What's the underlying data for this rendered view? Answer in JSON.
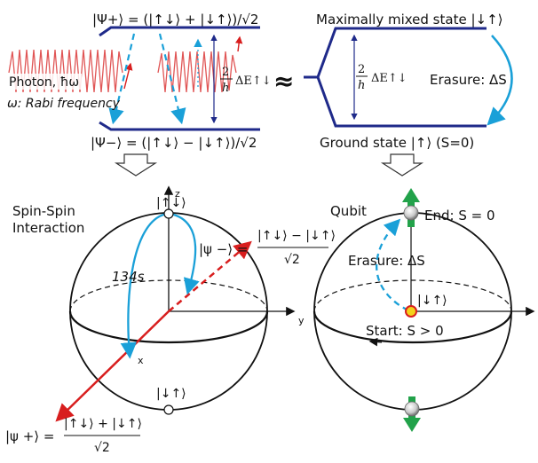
{
  "top_left": {
    "psi_plus_state": "|Ψ+⟩ = (|↑↓⟩ + |↓↑⟩)/√2",
    "psi_minus_state": "|Ψ−⟩ = (|↑↓⟩ − |↓↑⟩)/√2",
    "photon_label": "Photon, ħω",
    "rabi_label": "ω: Rabi frequency",
    "energy_num": "2",
    "energy_den": "h",
    "energy_delta": "ΔE↑↓"
  },
  "approx_symbol": "≈",
  "top_right": {
    "mixed_state": "Maximally mixed state |↓↑⟩",
    "ground_state": "Ground state |↑⟩ (S=0)",
    "energy_num": "2",
    "energy_den": "h",
    "energy_delta": "ΔE↑↓",
    "erasure_label": "Erasure: ΔS"
  },
  "left_sphere": {
    "title_line1": "Spin-Spin",
    "title_line2": "Interaction",
    "top_ket": "|↑↓⟩",
    "bottom_ket": "|↓↑⟩",
    "axis_z": "z",
    "axis_y": "y",
    "axis_x": "x",
    "time_label": "134s",
    "psi_minus_lhs": "|ψ −⟩ =",
    "psi_minus_num": "|↑↓⟩ − |↓↑⟩",
    "psi_minus_den": "√2",
    "psi_plus_lhs": "|ψ +⟩ =",
    "psi_plus_num": "|↑↓⟩ + |↓↑⟩",
    "psi_plus_den": "√2"
  },
  "right_sphere": {
    "title": "Qubit",
    "end_label": "End: S = 0",
    "erasure_label": "Erasure: ΔS",
    "center_ket": "|↓↑⟩",
    "start_label": "Start: S > 0"
  },
  "colors": {
    "level_line": "#1f2a8a",
    "blue_arrow": "#1aa0d8",
    "red_wave": "#e05555",
    "red_axis": "#d81e1e",
    "green_arrow": "#22a24a",
    "yellow_dot": "#f4d21a"
  }
}
